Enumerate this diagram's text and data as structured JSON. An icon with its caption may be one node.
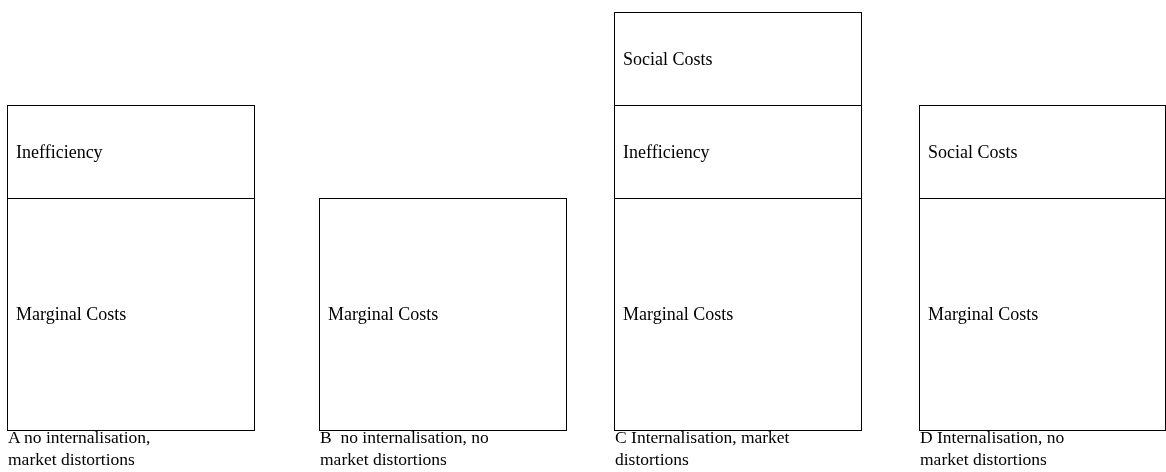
{
  "diagram": {
    "nodes": [
      {
        "text": [
          "Inefficiency"
        ]
      },
      {
        "text": [
          "Marginal Costs"
        ]
      },
      {
        "text": [
          "Marginal Costs"
        ]
      },
      {
        "text": [
          "Social Costs"
        ]
      },
      {
        "text": [
          "Inefficiency"
        ]
      },
      {
        "text": [
          "Marginal Costs"
        ]
      },
      {
        "text": [
          "Social Costs"
        ]
      },
      {
        "text": [
          "Marginal Costs"
        ]
      }
    ],
    "labels": [
      "A no internalisation, market distortions",
      "B  no internalisation, no market distortions",
      "C Internalisation, market distortions",
      "D Internalisation, no market distortions"
    ]
  }
}
